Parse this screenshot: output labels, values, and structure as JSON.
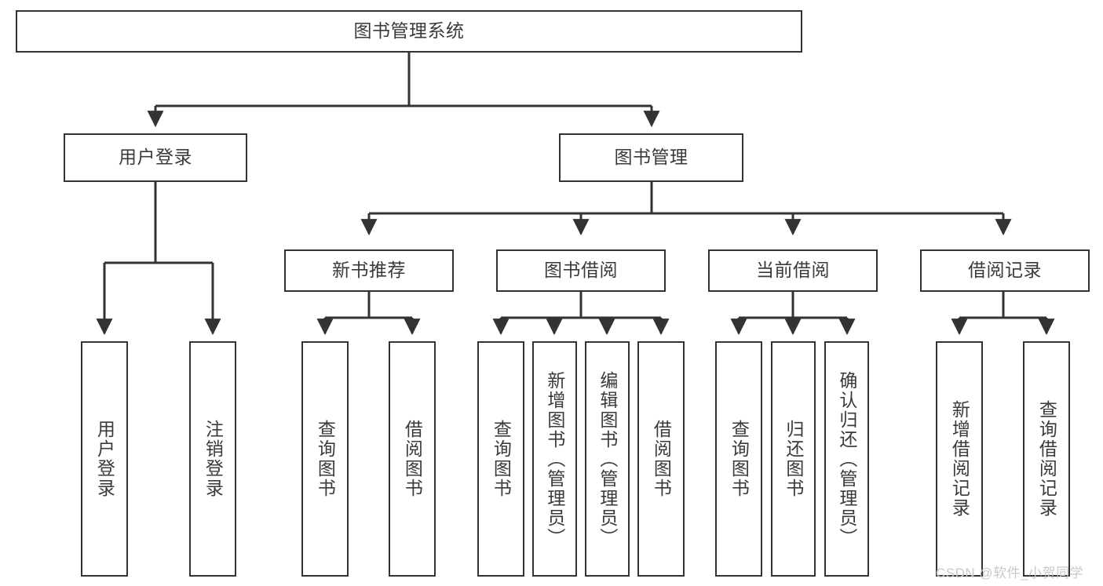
{
  "diagram": {
    "type": "tree",
    "orientation": "top-down",
    "root": {
      "id": "root",
      "label": "图书管理系统"
    },
    "level2": [
      {
        "id": "user-login",
        "label": "用户登录"
      },
      {
        "id": "book-management",
        "label": "图书管理"
      }
    ],
    "level3": [
      {
        "id": "new-book-recommend",
        "label": "新书推荐",
        "parent": "book-management"
      },
      {
        "id": "book-borrow",
        "label": "图书借阅",
        "parent": "book-management"
      },
      {
        "id": "current-borrow",
        "label": "当前借阅",
        "parent": "book-management"
      },
      {
        "id": "borrow-record",
        "label": "借阅记录",
        "parent": "book-management"
      }
    ],
    "leaves": [
      {
        "id": "leaf-user-login",
        "label": "用户登录",
        "parent": "user-login"
      },
      {
        "id": "leaf-user-logout",
        "label": "注销登录",
        "parent": "user-login"
      },
      {
        "id": "leaf-query-book-1",
        "label": "查询图书",
        "parent": "new-book-recommend"
      },
      {
        "id": "leaf-borrow-book-1",
        "label": "借阅图书",
        "parent": "new-book-recommend"
      },
      {
        "id": "leaf-query-book-2",
        "label": "查询图书",
        "parent": "book-borrow"
      },
      {
        "id": "leaf-add-book",
        "label": "新增图书（管理员）",
        "parent": "book-borrow"
      },
      {
        "id": "leaf-edit-book",
        "label": "编辑图书（管理员）",
        "parent": "book-borrow"
      },
      {
        "id": "leaf-borrow-book-2",
        "label": "借阅图书",
        "parent": "book-borrow"
      },
      {
        "id": "leaf-query-book-3",
        "label": "查询图书",
        "parent": "current-borrow"
      },
      {
        "id": "leaf-return-book",
        "label": "归还图书",
        "parent": "current-borrow"
      },
      {
        "id": "leaf-confirm-return",
        "label": "确认归还（管理员）",
        "parent": "current-borrow"
      },
      {
        "id": "leaf-add-record",
        "label": "新增借阅记录",
        "parent": "borrow-record"
      },
      {
        "id": "leaf-query-record",
        "label": "查询借阅记录",
        "parent": "borrow-record"
      }
    ],
    "colors": {
      "stroke": "#333333",
      "text": "#3a3a3a",
      "background": "#ffffff",
      "watermark": "#c9c9c9"
    }
  },
  "watermark": {
    "text": "CSDN @软件_小贺同学"
  }
}
